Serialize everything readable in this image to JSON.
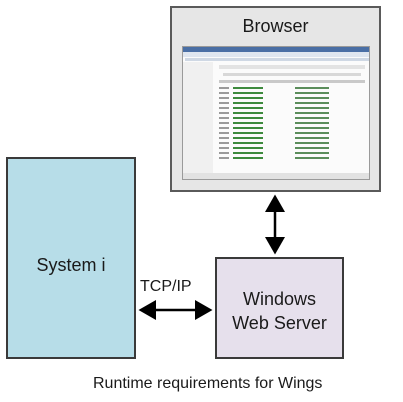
{
  "nodes": {
    "system_i": {
      "label": "System i"
    },
    "web_server": {
      "label_line1": "Windows",
      "label_line2": "Web Server"
    },
    "browser": {
      "label": "Browser"
    }
  },
  "edges": {
    "system_to_server": {
      "label": "TCP/IP"
    }
  },
  "caption": "Runtime requirements for Wings",
  "colors": {
    "system_i_fill": "#b7dde8",
    "web_server_fill": "#e6e0ec",
    "browser_fill": "#e6e6e6",
    "stroke": "#3a3a3a"
  }
}
